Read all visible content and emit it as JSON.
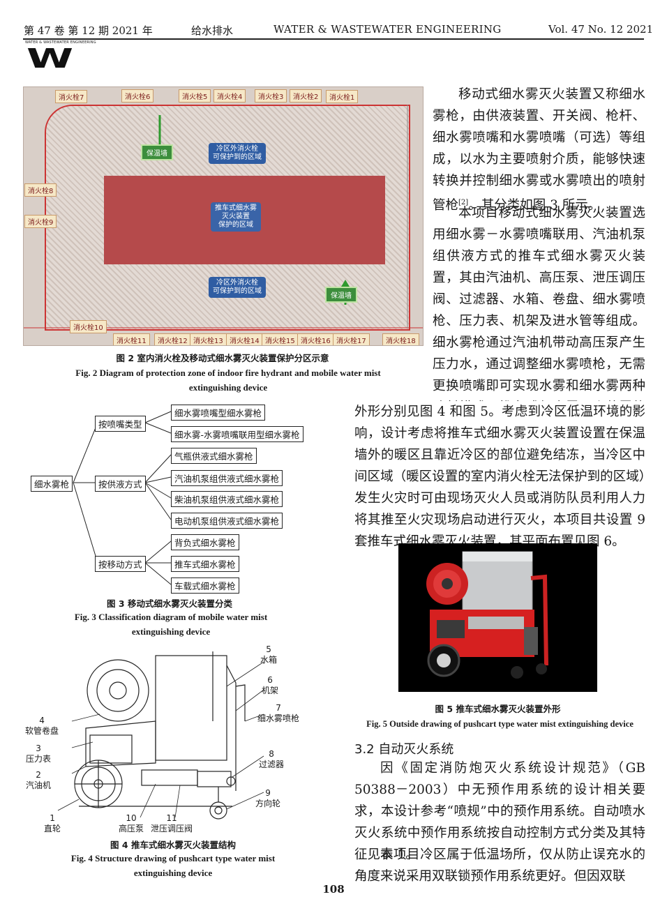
{
  "header": {
    "left": "第 47 卷 第 12 期 2021 年",
    "journal_cn": "给水排水",
    "journal_en": "WATER & WASTEWATER ENGINEERING",
    "right": "Vol. 47 No. 12 2021",
    "logo_tag": "WATER & WASTEWATER ENGINEERING",
    "logo_mark": "W"
  },
  "fig2": {
    "hydrants_top": [
      "消火栓7",
      "消火栓6",
      "消火栓5",
      "消火栓4",
      "消火栓3",
      "消火栓2",
      "消火栓1"
    ],
    "hydrants_left": [
      "消火栓8",
      "消火栓9"
    ],
    "hydrant_10": "消火栓10",
    "hydrants_bottom": [
      "消火栓11",
      "消火栓12",
      "消火栓13",
      "消火栓14",
      "消火栓15",
      "消火栓16",
      "消火栓17",
      "消火栓18"
    ],
    "insulation_wall_1": "保温墙",
    "insulation_wall_2": "保温墙",
    "zone_outside_1": "冷区外消火栓\n可保护到的区域",
    "zone_outside_2": "冷区外消火栓\n可保护到的区域",
    "zone_cart": "推车式细水雾\n灭火装置\n保护的区域",
    "caption_cn": "图 2   室内消火栓及移动式细水雾灭火装置保护分区示意",
    "caption_en": "Fig. 2    Diagram of protection zone of indoor fire hydrant and mobile water mist extinguishing device"
  },
  "fig3": {
    "root": "细水雾枪",
    "branch_1": "按喷嘴类型",
    "branch_2": "按供液方式",
    "branch_3": "按移动方式",
    "leaves_1": [
      "细水雾喷嘴型细水雾枪",
      "细水雾-水雾喷嘴联用型细水雾枪"
    ],
    "leaves_2": [
      "气瓶供液式细水雾枪",
      "汽油机泵组供液式细水雾枪",
      "柴油机泵组供液式细水雾枪",
      "电动机泵组供液式细水雾枪"
    ],
    "leaves_3": [
      "背负式细水雾枪",
      "推车式细水雾枪",
      "车载式细水雾枪"
    ],
    "caption_cn": "图 3   移动式细水雾灭火装置分类",
    "caption_en": "Fig. 3    Classification diagram of mobile water mist extinguishing device"
  },
  "fig4": {
    "labels": [
      {
        "n": "5",
        "t": "水箱"
      },
      {
        "n": "6",
        "t": "机架"
      },
      {
        "n": "7",
        "t": "细水雾喷枪"
      },
      {
        "n": "4",
        "t": "软管卷盘"
      },
      {
        "n": "3",
        "t": "压力表"
      },
      {
        "n": "2",
        "t": "汽油机"
      },
      {
        "n": "8",
        "t": "过滤器"
      },
      {
        "n": "9",
        "t": "方向轮"
      },
      {
        "n": "1",
        "t": "直轮"
      },
      {
        "n": "10",
        "t": "高压泵"
      },
      {
        "n": "11",
        "t": "泄压调压阀"
      }
    ],
    "caption_cn": "图 4   推车式细水雾灭火装置结构",
    "caption_en": "Fig. 4    Structure drawing of pushcart type water mist extinguishing device"
  },
  "fig5": {
    "caption_cn": "图 5   推车式细水雾灭火装置外形",
    "caption_en": "Fig. 5    Outside drawing of pushcart type water mist extinguishing device"
  },
  "text": {
    "para1": "移动式细水雾灭火装置又称细水雾枪，由供液装置、开关阀、枪杆、细水雾喷嘴和水雾喷嘴（可选）等组成，以水为主要喷射介质，能够快速转换并控制细水雾或水雾喷出的喷射管枪",
    "ref1": "[2]",
    "para1_end": "。其分类如图 3 所示。",
    "para2a": "本项目移动式细水雾灭火装置选用细水雾－水雾喷嘴联用、汽油机泵组供液方式的推车式细水雾灭火装置，其由汽油机、高压泵、泄压调压阀、过滤器、水箱、卷盘、细水雾喷枪、压力表、机架及进水管等组成。细水雾枪通过汽油机带动高压泵产生压力水，通过调整细水雾喷枪，无需更换喷嘴即可实现水雾和细水雾两种喷射模式。推车式细水雾灭火装置的结构和",
    "para2b": "外形分别见图 4 和图 5。考虑到冷区低温环境的影响，设计考虑将推车式细水雾灭火装置设置在保温墙外的暖区且靠近冷区的部位避免结冻，当冷区中间区域（暖区设置的室内消火栓无法保护到的区域）发生火灾时可由现场灭火人员或消防队员利用人力将其推至火灾现场启动进行灭火，本项目共设置 9 套推车式细水雾灭火装置，其平面布置见图 6。",
    "section_heading": "3.2   自动灭火系统",
    "para3": "因《固定消防炮灭火系统设计规范》（GB 50388－2003）中无预作用系统的设计相关要求，本设计参考“喷规”中的预作用系统。自动喷水灭火系统中预作用系统按自动控制方式分类及其特征见表 1。",
    "para4": "本项目冷区属于低温场所，仅从防止误充水的角度来说采用双联锁预作用系统更好。但因双联"
  },
  "page_number": "108"
}
